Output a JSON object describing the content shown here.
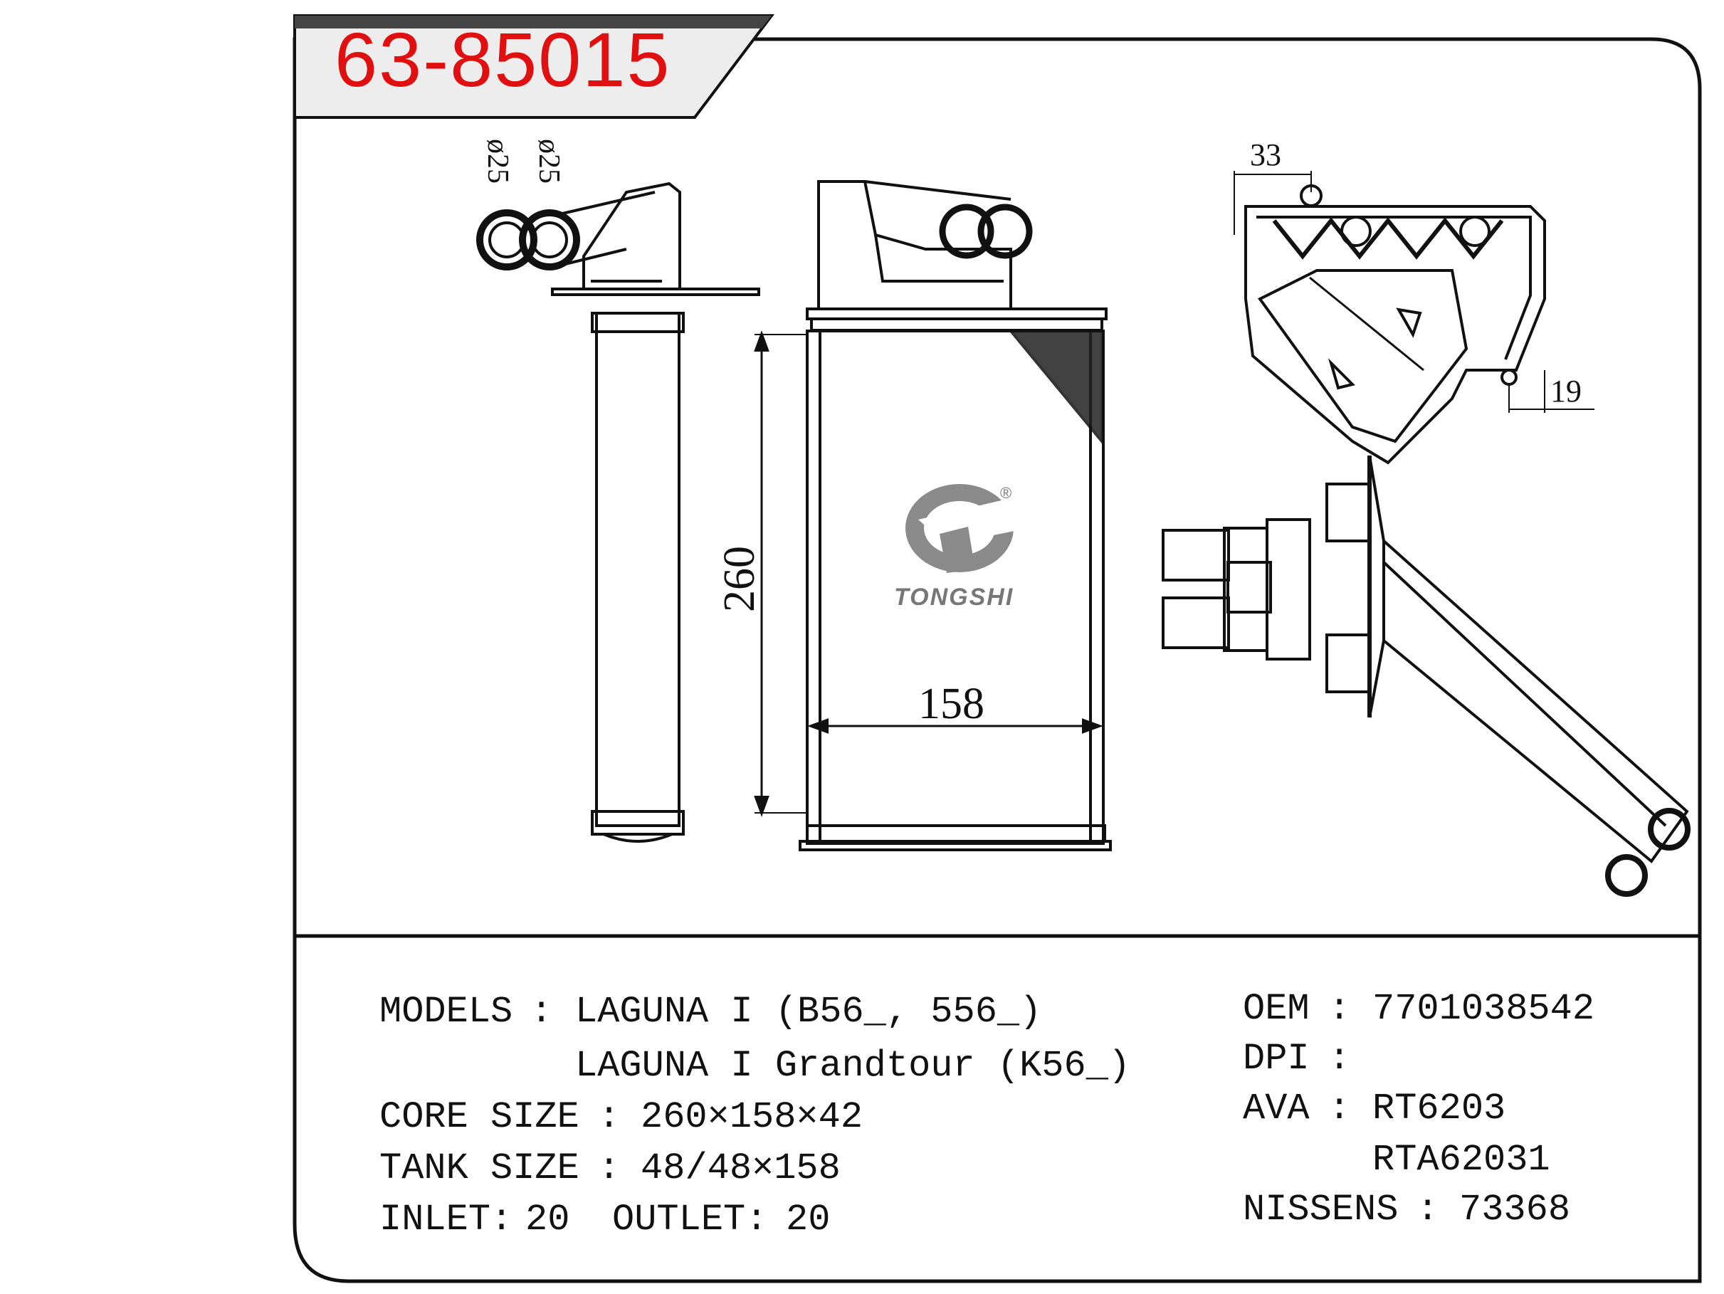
{
  "header": {
    "part_code": "63-85015"
  },
  "drawing": {
    "dia_label_1": "ø25",
    "dia_label_2": "ø25",
    "height_dim": "260",
    "width_dim": "158",
    "top_dim": "33",
    "side_dim": "19",
    "logo_name": "TONGSHI",
    "logo_reg": "®"
  },
  "specs": {
    "models_label": "MODELS",
    "models_line1": "LAGUNA I (B56_, 556_)",
    "models_line2": "LAGUNA I Grandtour (K56_)",
    "core_label": "CORE SIZE",
    "core_value": "260×158×42",
    "tank_label": "TANK SIZE",
    "tank_value": "48/48×158",
    "inlet_label": "INLET:",
    "inlet_value": "20",
    "outlet_label": "OUTLET:",
    "outlet_value": "20",
    "colon": ":"
  },
  "refs": {
    "oem_label": "OEM",
    "oem_value": "7701038542",
    "dpi_label": "DPI",
    "dpi_value": "",
    "ava_label": "AVA",
    "ava_value1": "RT6203",
    "ava_value2": "RTA62031",
    "nissens_label": "NISSENS",
    "nissens_value": "73368"
  },
  "colors": {
    "part_code": "#e01010",
    "line": "#111111",
    "logo": "#7a7a7a"
  }
}
